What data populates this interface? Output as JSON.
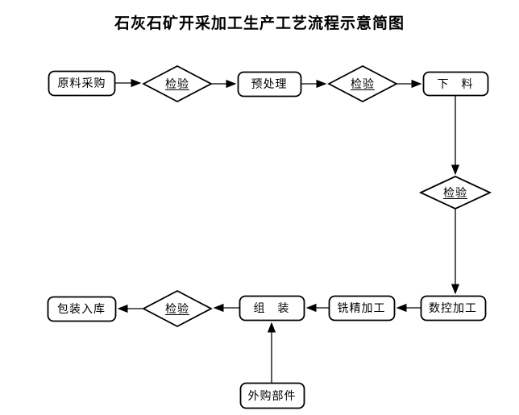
{
  "title": "石灰石矿开采加工生产工艺流程示意简图",
  "nodes": {
    "raw_material": "原料采购",
    "inspect_1": "检验",
    "pretreatment": "预处理",
    "inspect_2": "检验",
    "blanking": "下　料",
    "inspect_3": "检验",
    "cnc_machining": "数控加工",
    "fine_milling": "铣精加工",
    "assembly": "组　装",
    "inspect_4": "检验",
    "packaging_storage": "包装入库",
    "purchased_parts": "外购部件"
  },
  "edges": [
    {
      "from": "raw_material",
      "to": "inspect_1"
    },
    {
      "from": "inspect_1",
      "to": "pretreatment"
    },
    {
      "from": "pretreatment",
      "to": "inspect_2"
    },
    {
      "from": "inspect_2",
      "to": "blanking"
    },
    {
      "from": "blanking",
      "to": "inspect_3"
    },
    {
      "from": "inspect_3",
      "to": "cnc_machining"
    },
    {
      "from": "cnc_machining",
      "to": "fine_milling"
    },
    {
      "from": "fine_milling",
      "to": "assembly"
    },
    {
      "from": "assembly",
      "to": "inspect_4"
    },
    {
      "from": "inspect_4",
      "to": "packaging_storage"
    },
    {
      "from": "purchased_parts",
      "to": "assembly"
    }
  ],
  "colors": {
    "stroke": "#000000",
    "background": "#ffffff"
  }
}
